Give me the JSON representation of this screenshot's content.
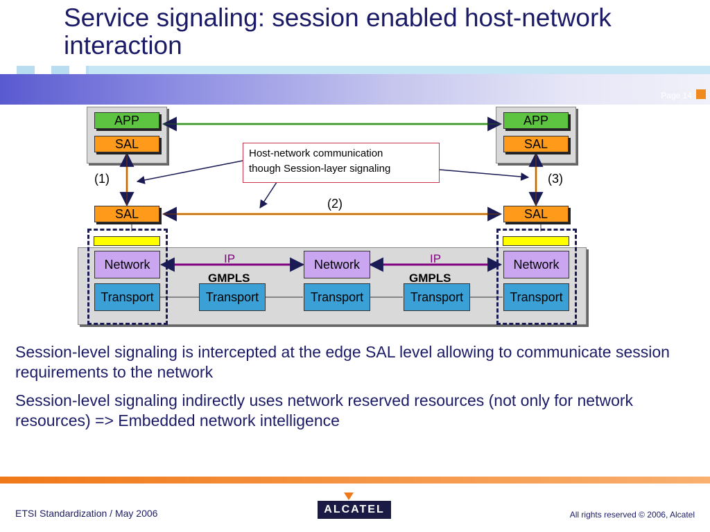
{
  "title": "Service signaling: session enabled host-network interaction",
  "page_label": "Page 14",
  "colors": {
    "accent": "#f08a1e",
    "title": "#1a1a66",
    "app": "#5cc440",
    "sal": "#ff9a1a",
    "network": "#c9a6ef",
    "transport": "#3aa0d6"
  },
  "diagram": {
    "left_stack": {
      "app": "APP",
      "sal": "SAL"
    },
    "right_stack": {
      "app": "APP",
      "sal": "SAL"
    },
    "left_edge_sal": "SAL",
    "right_edge_sal": "SAL",
    "marker_1": "(1)",
    "marker_2": "(2)",
    "marker_3": "(3)",
    "callout_line1": "Host-network communication",
    "callout_line2": "though Session-layer signaling",
    "network_nodes": [
      "Network",
      "Network",
      "Network"
    ],
    "transport_nodes": [
      "Transport",
      "Transport",
      "Transport",
      "Transport",
      "Transport"
    ],
    "ip_labels": [
      "IP",
      "IP"
    ],
    "gmpls_labels": [
      "GMPLS",
      "GMPLS"
    ]
  },
  "bullets": [
    "Session-level signaling is intercepted at the edge SAL level allowing to communicate session requirements to the network",
    "Session-level signaling indirectly uses network reserved resources (not only for network resources) => Embedded network intelligence"
  ],
  "footer": {
    "left": "ETSI Standardization / May 2006",
    "right": "All rights reserved © 2006, Alcatel",
    "logo_text": "ALCATEL"
  }
}
